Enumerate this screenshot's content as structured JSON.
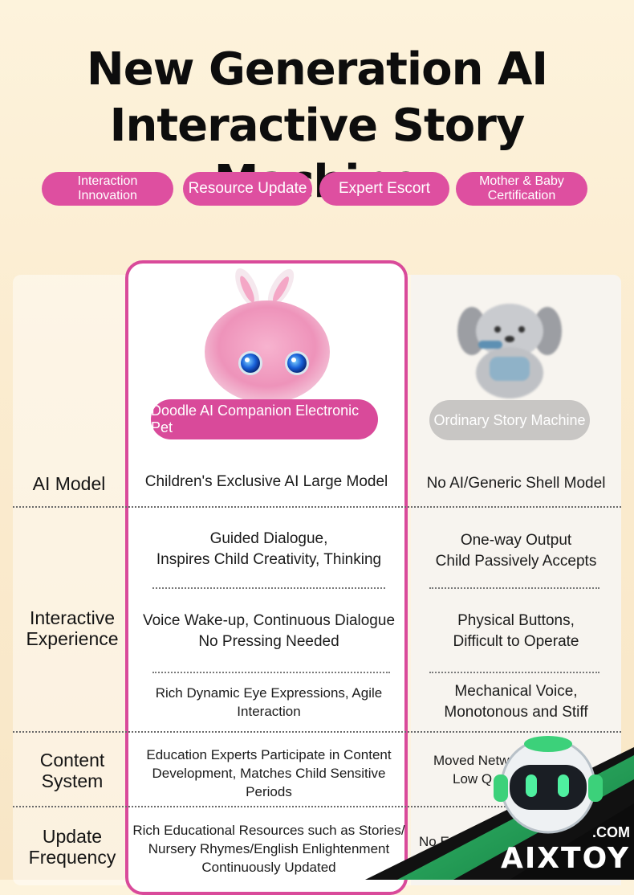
{
  "header": {
    "title_line1": "New Generation AI",
    "title_line2": "Interactive Story Machine"
  },
  "tags": [
    {
      "label": "Interaction Innovation"
    },
    {
      "label": "Resource Update"
    },
    {
      "label": "Expert Escort"
    },
    {
      "label_line1": "Mother & Baby",
      "label_line2": "Certification"
    }
  ],
  "products": {
    "featured": "Doodle AI Companion Electronic Pet",
    "ordinary": "Ordinary Story Machine"
  },
  "rows": {
    "ai_model": {
      "label": "AI Model",
      "featured": "Children's Exclusive AI Large Model",
      "ordinary": "No AI/Generic Shell Model"
    },
    "interactive": {
      "label_line1": "Interactive",
      "label_line2": "Experience",
      "featured": [
        {
          "l1": "Guided Dialogue,",
          "l2": "Inspires Child Creativity, Thinking"
        },
        {
          "l1": "Voice Wake-up, Continuous Dialogue",
          "l2": "No Pressing Needed"
        },
        {
          "l1": "Rich Dynamic Eye Expressions, Agile Interaction"
        }
      ],
      "ordinary": [
        {
          "l1": "One-way Output",
          "l2": "Child Passively Accepts"
        },
        {
          "l1": "Physical Buttons,",
          "l2": "Difficult to Operate"
        },
        {
          "l1": "Mechanical Voice,",
          "l2": "Monotonous and Stiff"
        }
      ]
    },
    "content": {
      "label_line1": "Content",
      "label_line2": "System",
      "featured_l1": "Education Experts Participate in Content",
      "featured_l2": "Development, Matches Child Sensitive",
      "featured_l3": "Periods",
      "ordinary_l1": "Moved Netw",
      "ordinary_l2": "Low Q"
    },
    "update": {
      "label_line1": "Update",
      "label_line2": "Frequency",
      "featured_l1": "Rich Educational Resources such as Stories/",
      "featured_l2": "Nursery Rhymes/English Enlightenment",
      "featured_l3": "Continuously Updated",
      "ordinary_l1": "No Edu"
    }
  },
  "watermark": {
    "brand": "AIXTOY",
    "suffix": ".COM"
  },
  "colors": {
    "accent_pink": "#d94a9a",
    "tag_pink": "#de4fa0",
    "gray_pill": "#c8c6c4",
    "watermark_green": "#1fae5a"
  }
}
